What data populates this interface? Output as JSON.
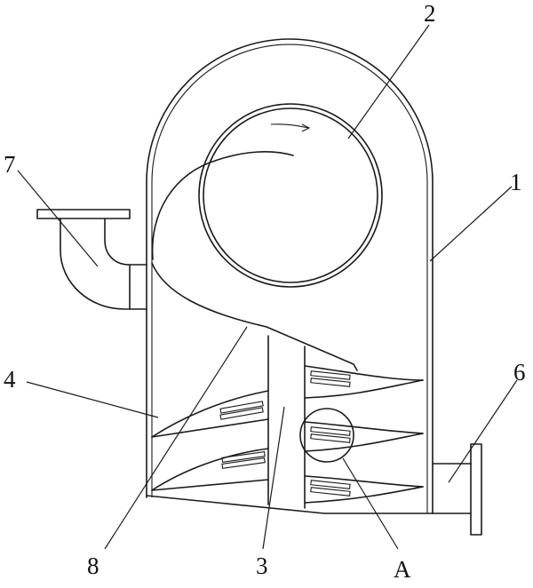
{
  "labels": {
    "housing": "1",
    "drum": "2",
    "center_plate": "3",
    "lower_plate": "4",
    "right_pipe": "6",
    "left_pipe": "7",
    "inclined_plate": "8",
    "detail": "A"
  }
}
